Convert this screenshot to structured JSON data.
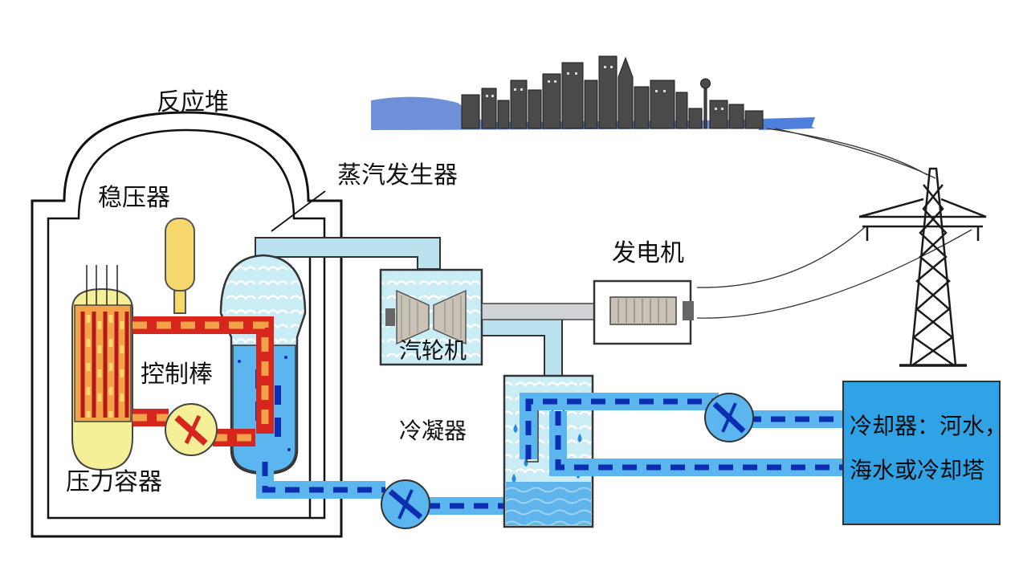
{
  "labels": {
    "reactor": "反应堆",
    "pressurizer": "稳压器",
    "steam_generator": "蒸汽发生器",
    "generator": "发电机",
    "control_rods": "控制棒",
    "turbine": "汽轮机",
    "condenser": "冷凝器",
    "pressure_vessel": "压力容器",
    "cooler_line1": "冷却器：河水，",
    "cooler_line2": "海水或冷却塔"
  },
  "colors": {
    "primary_loop_hot": "#d7261e",
    "primary_loop_warm": "#f4a24a",
    "secondary_water": "#1f6fe0",
    "steam": "#bfe3ee",
    "cooler_box": "#2fa3e6",
    "vessel_yellow": "#f5ef98"
  }
}
